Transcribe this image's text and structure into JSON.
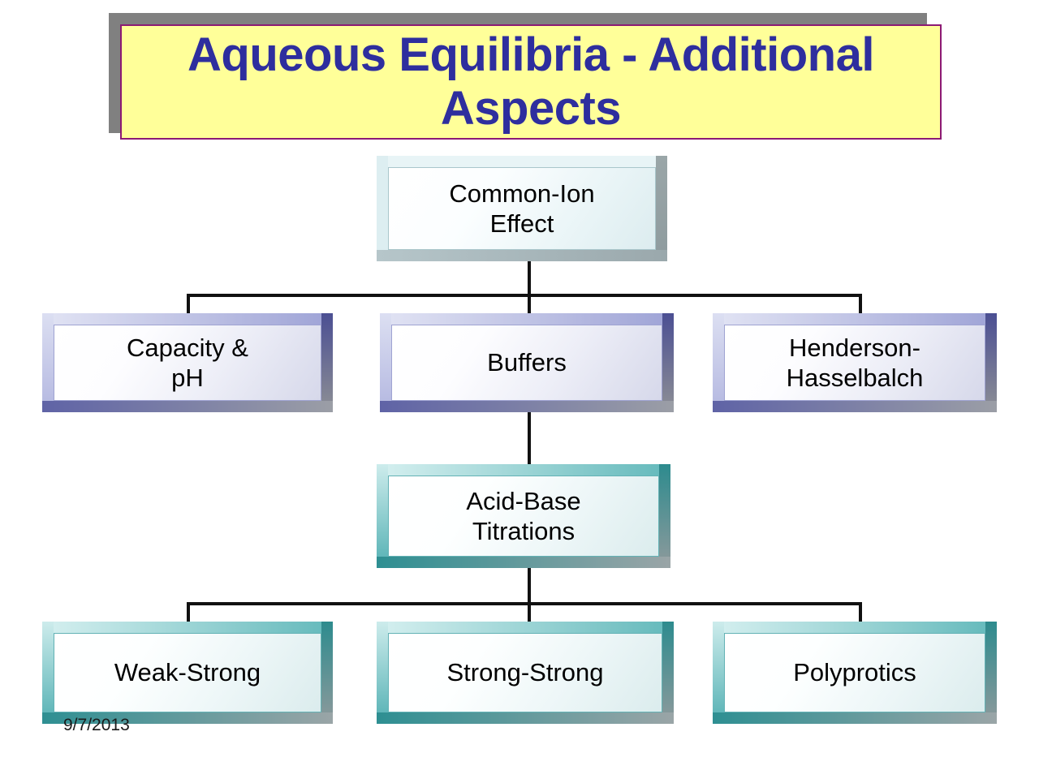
{
  "slide": {
    "title": "Aqueous Equilibria - Additional Aspects",
    "title_line1": "Aqueous Equilibria - Additional",
    "title_line2": "Aspects",
    "date": "9/7/2013",
    "colors": {
      "title_text": "#2e2e9e",
      "title_fill": "#ffff99",
      "title_border": "#8c1a74",
      "title_shadow": "#808080",
      "connector": "#111111",
      "node_text": "#000000",
      "ice_accent": "#b9ced2",
      "violet_accent": "#5b5fa8",
      "teal_accent": "#2e8f92"
    }
  },
  "diagram": {
    "nodes": [
      {
        "id": "common-ion-effect",
        "label": "Common-Ion\nEffect",
        "theme": "ice",
        "level": 1
      },
      {
        "id": "capacity-ph",
        "label": "Capacity &\npH",
        "theme": "violet",
        "level": 2
      },
      {
        "id": "buffers",
        "label": "Buffers",
        "theme": "violet",
        "level": 2
      },
      {
        "id": "henderson-hasselbalch",
        "label": "Henderson-\nHasselbalch",
        "theme": "violet",
        "level": 2
      },
      {
        "id": "acid-base-titrations",
        "label": "Acid-Base\nTitrations",
        "theme": "teal",
        "level": 3
      },
      {
        "id": "weak-strong",
        "label": "Weak-Strong",
        "theme": "teal",
        "level": 4
      },
      {
        "id": "strong-strong",
        "label": "Strong-Strong",
        "theme": "teal",
        "level": 4
      },
      {
        "id": "polyprotics",
        "label": "Polyprotics",
        "theme": "teal",
        "level": 4
      }
    ],
    "edges": [
      {
        "from": "common-ion-effect",
        "to": "capacity-ph"
      },
      {
        "from": "common-ion-effect",
        "to": "buffers"
      },
      {
        "from": "common-ion-effect",
        "to": "henderson-hasselbalch"
      },
      {
        "from": "buffers",
        "to": "acid-base-titrations"
      },
      {
        "from": "acid-base-titrations",
        "to": "weak-strong"
      },
      {
        "from": "acid-base-titrations",
        "to": "strong-strong"
      },
      {
        "from": "acid-base-titrations",
        "to": "polyprotics"
      }
    ]
  }
}
